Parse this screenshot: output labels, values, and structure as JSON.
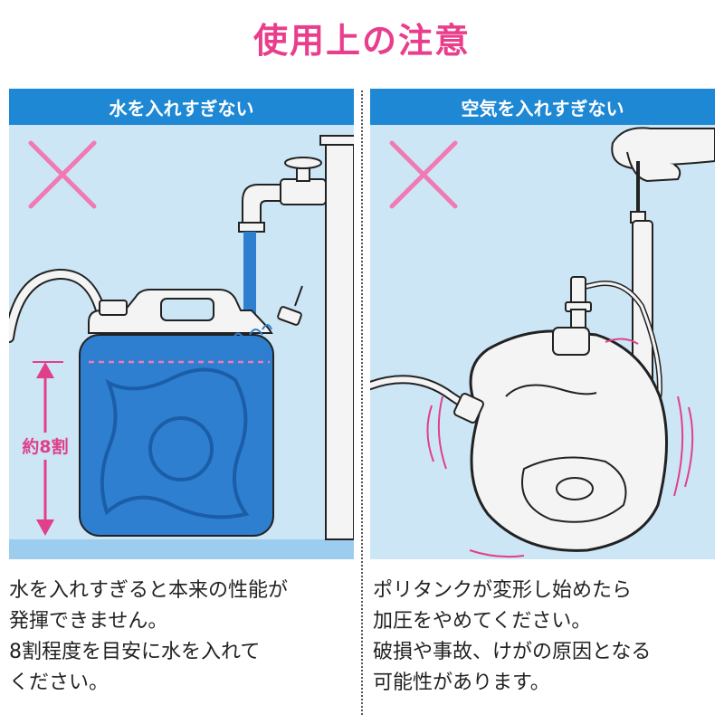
{
  "title": "使用上の注意",
  "colors": {
    "title": "#e83e8c",
    "header_bg": "#1e88d4",
    "panel_bg": "#cde6f6",
    "floor": "#9ccdee",
    "water": "#2e7fd0",
    "cross": "#f07ab4",
    "arrow": "#e0408a"
  },
  "left": {
    "heading": "水を入れすぎない",
    "marker": "約8割",
    "cross_icon": "cross-icon",
    "caption": [
      "水を入れすぎると本来の性能が",
      "発揮できません。",
      "8割程度を目安に水を入れて",
      "ください。"
    ]
  },
  "right": {
    "heading": "空気を入れすぎない",
    "cross_icon": "cross-icon",
    "caption": [
      "ポリタンクが変形し始めたら",
      "加圧をやめてください。",
      "破損や事故、けがの原因となる",
      "可能性があります。"
    ]
  }
}
